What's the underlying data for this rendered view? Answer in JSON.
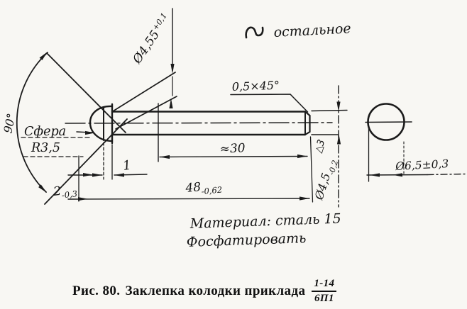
{
  "drawing": {
    "angle_label": "90°",
    "sphere_line1": "Сфера",
    "sphere_line2": "R3,5",
    "cone_dia_value": "Ø4,55",
    "cone_dia_tol": "+0,1",
    "surface_note": "остальное",
    "chamfer_label": "0,5×45°",
    "approx_length": "≈30",
    "length_value": "48",
    "length_tol": "-0,62",
    "head_height_value": "2",
    "head_height_tol": "-0,3",
    "collar_label": "1",
    "body_dia_value": "Ø4,5",
    "body_dia_tol": "-0,2",
    "finish_mark": "△3",
    "head_dia_label": "Ø6,5±0,3",
    "material_line1": "Материал: сталь 15",
    "material_line2": "Фосфатировать"
  },
  "caption": {
    "figure_label": "Рис. 80.",
    "title": "Заклепка колодки приклада",
    "code_top": "1-14",
    "code_bottom": "6П1"
  }
}
